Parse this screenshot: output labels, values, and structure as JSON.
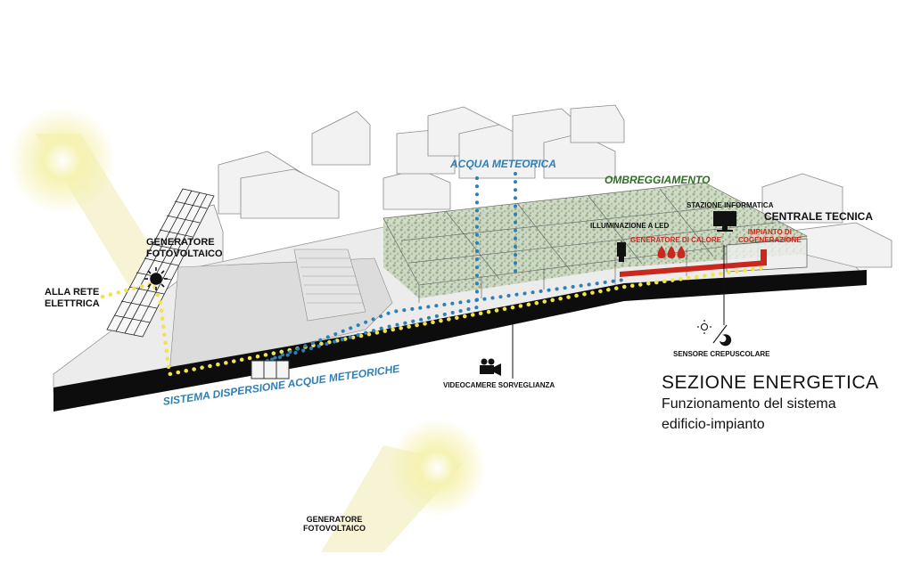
{
  "labels": {
    "acqua_meteorica": "ACQUA METEORICA",
    "ombreggiamento": "OMBREGGIAMENTO",
    "centrale_tecnica": "CENTRALE TECNICA",
    "stazione_informatica": "STAZIONE INFORMATICA",
    "illuminazione_led": "ILLUMINAZIONE A LED",
    "generatore_calore": "GENERATORE DI CALORE",
    "impianto_cogenerazione_1": "IMPIANTO DI",
    "impianto_cogenerazione_2": "COGENERAZIONE",
    "generatore_fv_top_1": "GENERATORE",
    "generatore_fv_top_2": "FOTOVOLTAICO",
    "alla_rete_1": "ALLA RETE",
    "alla_rete_2": "ELETTRICA",
    "sistema_dispersione": "SISTEMA DISPERSIONE ACQUE METEORICHE",
    "videocamere": "VIDEOCAMERE SORVEGLIANZA",
    "sensore": "SENSORE CREPUSCOLARE",
    "generatore_fv_bottom_1": "GENERATORE",
    "generatore_fv_bottom_2": "FOTOVOLTAICO"
  },
  "title": {
    "line1": "SEZIONE ENERGETICA",
    "line2": "Funzionamento del sistema",
    "line3": "edificio-impianto"
  },
  "colors": {
    "electric": "#f2e34a",
    "water": "#2f7fb5",
    "heat": "#c8281e",
    "shading": "#2f6e24",
    "sun_glow": "#f4f0a8"
  }
}
